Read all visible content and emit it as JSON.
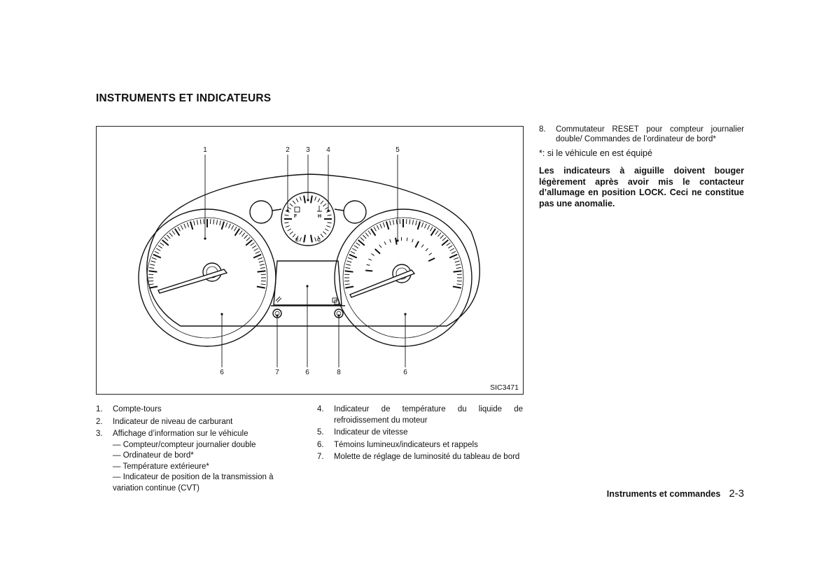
{
  "section_title": "INSTRUMENTS ET INDICATEURS",
  "figure": {
    "code": "SIC3471",
    "callouts": [
      "1",
      "2",
      "3",
      "4",
      "5",
      "6",
      "7",
      "6",
      "8",
      "6"
    ],
    "fuel_labels": {
      "full": "F",
      "empty": "E"
    },
    "temp_labels": {
      "hot": "H",
      "cold": "C"
    }
  },
  "list_left": [
    {
      "num": "1.",
      "text": "Compte-tours"
    },
    {
      "num": "2.",
      "text": "Indicateur de niveau de carburant"
    },
    {
      "num": "3.",
      "text": "Affichage d’information sur le véhicule",
      "subs": [
        "— Compteur/compteur journalier double",
        "— Ordinateur de bord*",
        "— Température extérieure*",
        "— Indicateur de position de la transmission à variation continue (CVT)"
      ]
    }
  ],
  "list_mid": [
    {
      "num": "4.",
      "text": "Indicateur de température du liquide de refroidissement du moteur"
    },
    {
      "num": "5.",
      "text": "Indicateur de vitesse"
    },
    {
      "num": "6.",
      "text": "Témoins lumineux/indicateurs et rappels"
    },
    {
      "num": "7.",
      "text": "Molette de réglage de luminosité du tableau de bord"
    }
  ],
  "right_column": {
    "item8_num": "8.",
    "item8_text": "Commutateur RESET pour compteur journalier double/ Commandes de l’ordinateur de bord*",
    "note": "*: si le véhicule en est équipé",
    "warning": "Les indicateurs à aiguille doivent bouger légèrement après avoir mis le contacteur d’allumage en position LOCK. Ceci ne constitue pas une anomalie."
  },
  "footer": {
    "section": "Instruments et commandes",
    "page": "2-3"
  }
}
